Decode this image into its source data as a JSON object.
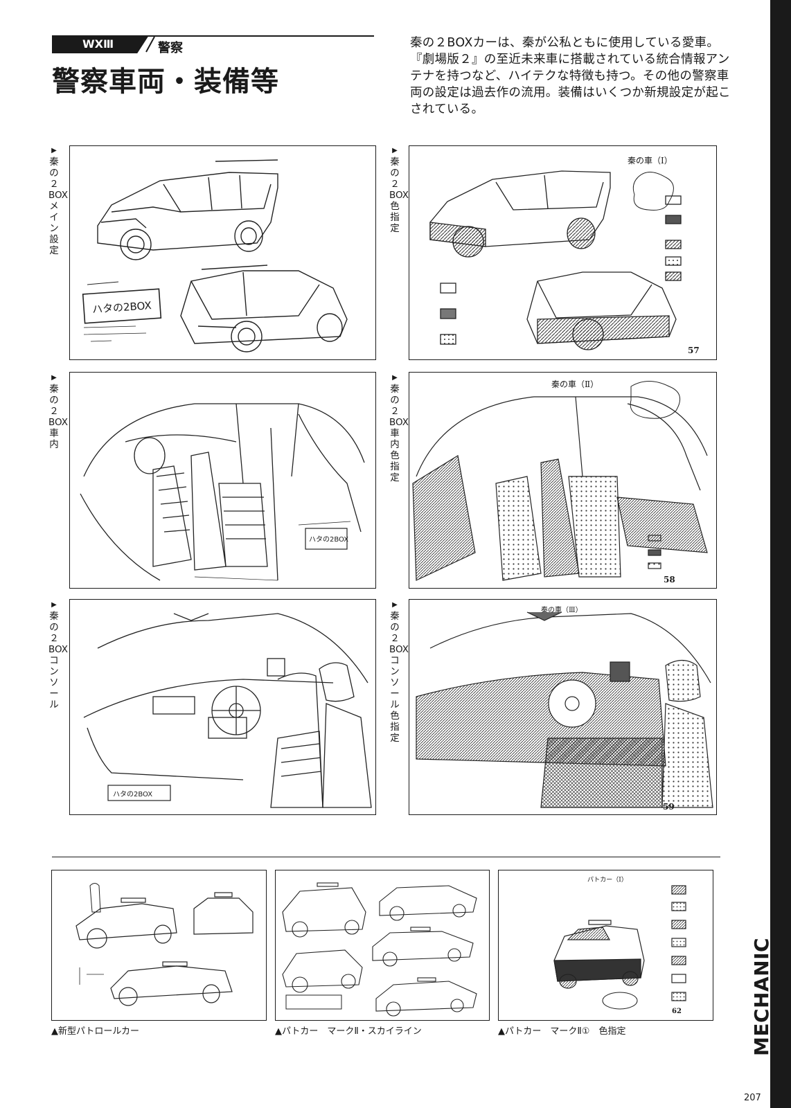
{
  "header": {
    "series_tag": "WXⅢ",
    "category": "警察",
    "title": "警察車両・装備等",
    "intro": "秦の２BOXカーは、秦が公私ともに使用している愛車。『劇場版２』の至近未来車に搭載されている統合情報アンテナを持つなど、ハイテクな特徴も持つ。その他の警察車両の設定は過去作の流用。装備はいくつか新規設定が起こされている。"
  },
  "side_tab": "MECHANIC",
  "page_number": "207",
  "panels": [
    {
      "label": "秦の２BOX　メイン設定",
      "sheet_title": "",
      "sheet_number": "",
      "sheet_name": "ハタの2BOX"
    },
    {
      "label": "秦の２BOX　色指定",
      "sheet_title": "秦の車（Ⅰ）",
      "sheet_number": "57",
      "sheet_name": ""
    },
    {
      "label": "秦の２BOX　車内",
      "sheet_title": "",
      "sheet_number": "",
      "sheet_name": "ハタの2BOX"
    },
    {
      "label": "秦の２BOX　車内　色指定",
      "sheet_title": "秦の車（Ⅱ）",
      "sheet_number": "58",
      "sheet_name": ""
    },
    {
      "label": "秦の２BOX　コンソール",
      "sheet_title": "",
      "sheet_number": "",
      "sheet_name": "ハタの2BOX"
    },
    {
      "label": "秦の２BOX　コンソール　色指定",
      "sheet_title": "秦の車（Ⅲ）",
      "sheet_number": "59",
      "sheet_name": ""
    }
  ],
  "bottom_panels": [
    {
      "caption": "▲新型パトロールカー",
      "sheet_title": "",
      "sheet_number": ""
    },
    {
      "caption": "▲パトカー　マークⅡ・スカイライン",
      "sheet_title": "",
      "sheet_number": ""
    },
    {
      "caption": "▲パトカー　マークⅡ①　色指定",
      "sheet_title": "パトカー（Ⅰ）",
      "sheet_number": "62"
    }
  ]
}
